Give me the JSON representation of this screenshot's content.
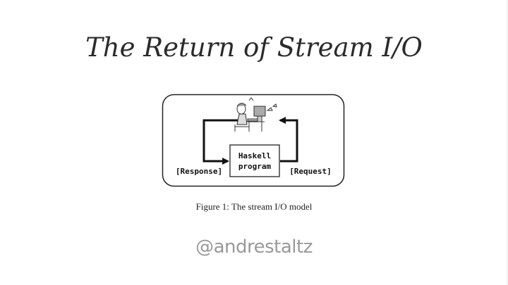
{
  "slide": {
    "title": "The Return of Stream I/O",
    "handle": "@andrestaltz"
  },
  "figure": {
    "program_line1": "Haskell",
    "program_line2": "program",
    "left_label": "[Response]",
    "right_label": "[Request]",
    "caption": "Figure 1: The stream I/O model",
    "illustration": "person-at-computer-illustration"
  }
}
